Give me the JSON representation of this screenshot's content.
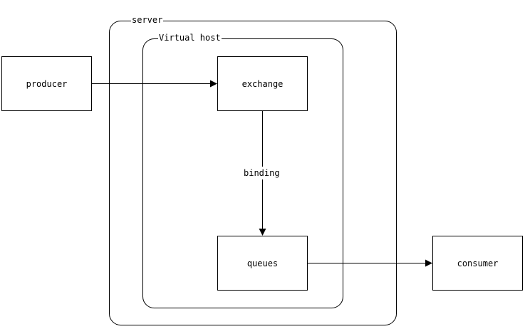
{
  "containers": {
    "server": {
      "label": "server"
    },
    "virtual_host": {
      "label": "Virtual host"
    }
  },
  "nodes": {
    "producer": {
      "label": "producer"
    },
    "exchange": {
      "label": "exchange"
    },
    "queues": {
      "label": "queues"
    },
    "consumer": {
      "label": "consumer"
    }
  },
  "edges": {
    "exchange_to_queues": {
      "label": "binding"
    }
  },
  "colors": {
    "stroke": "#000000",
    "background": "#ffffff"
  }
}
